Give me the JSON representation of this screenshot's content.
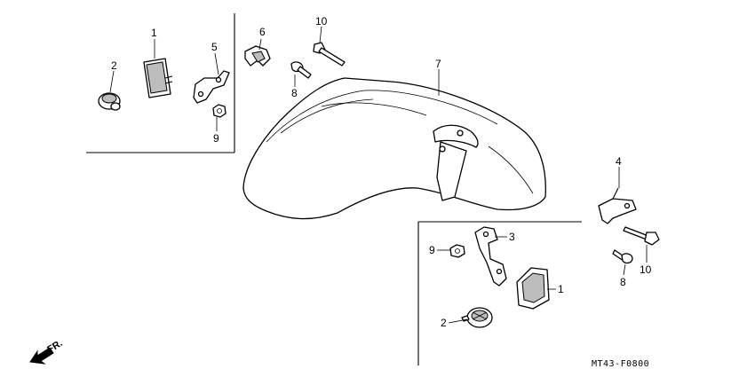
{
  "diagram_code": "MT43-F0800",
  "front_indicator": "FR.",
  "callouts": {
    "c1_top": "1",
    "c2_top": "2",
    "c5_top": "5",
    "c9_top": "9",
    "c6": "6",
    "c10_top": "10",
    "c8_top": "8",
    "c7": "7",
    "c4": "4",
    "c10_right": "10",
    "c8_right": "8",
    "c3": "3",
    "c9_bottom": "9",
    "c1_bottom": "1",
    "c2_bottom": "2"
  }
}
